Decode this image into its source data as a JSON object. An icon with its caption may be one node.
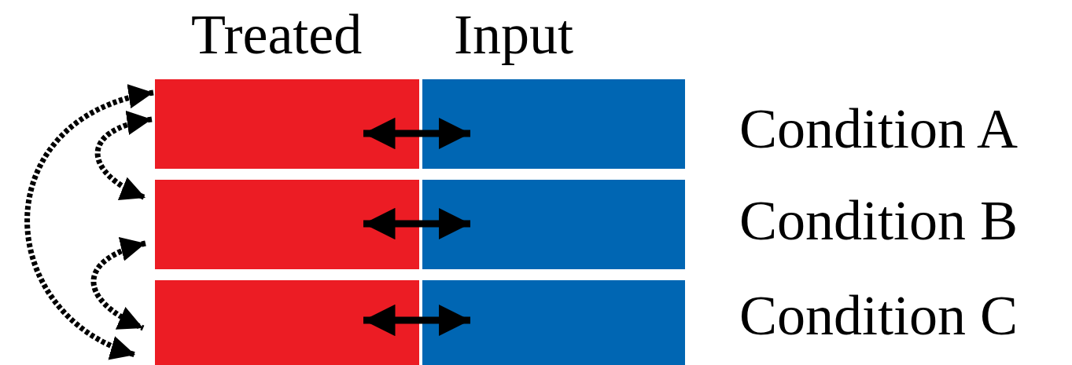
{
  "diagram": {
    "nodes": [
      {
        "text": [],
        "shape": "box"
      },
      {
        "text": [],
        "shape": "box"
      },
      {
        "text": [],
        "shape": "box"
      },
      {
        "text": [],
        "shape": "box"
      },
      {
        "text": [],
        "shape": "box"
      },
      {
        "text": [],
        "shape": "box"
      }
    ],
    "edges": [
      {
        "from": 0,
        "to": 1,
        "arrow": "both"
      },
      {
        "from": 2,
        "to": 3,
        "arrow": "both"
      },
      {
        "from": 4,
        "to": 5,
        "arrow": "both"
      },
      {
        "from": 0,
        "to": 2,
        "arrow": "both",
        "style": "dashed"
      },
      {
        "from": 2,
        "to": 4,
        "arrow": "both",
        "style": "dashed"
      },
      {
        "from": 0,
        "to": 4,
        "arrow": "both",
        "style": "dashed"
      }
    ],
    "labels": [
      "Treated",
      "Input",
      "Condition A",
      "Condition B",
      "Condition C"
    ]
  }
}
